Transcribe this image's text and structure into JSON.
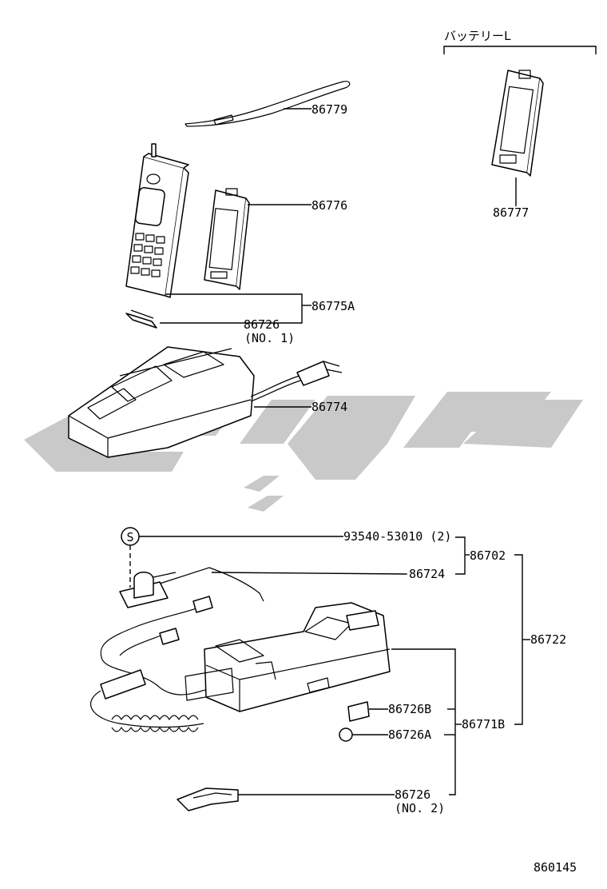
{
  "header": {
    "group_label": "バッテリーL"
  },
  "drawing_number": "860145",
  "callouts": {
    "strap": "86779",
    "battery": "86776",
    "battery_large": "86777",
    "handset_assy": "86775A",
    "clip_no1_part": "86726",
    "clip_no1_sub": "(NO. 1)",
    "charger": "86774",
    "screw": "93540-53010 (2)",
    "screw_symbol": "S",
    "antenna_assy": "86702",
    "antenna": "86724",
    "holder_assy": "86722",
    "cradle": "86771B",
    "cap_b": "86726B",
    "cap_a": "86726A",
    "clip_no2_part": "86726",
    "clip_no2_sub": "(NO. 2)"
  }
}
